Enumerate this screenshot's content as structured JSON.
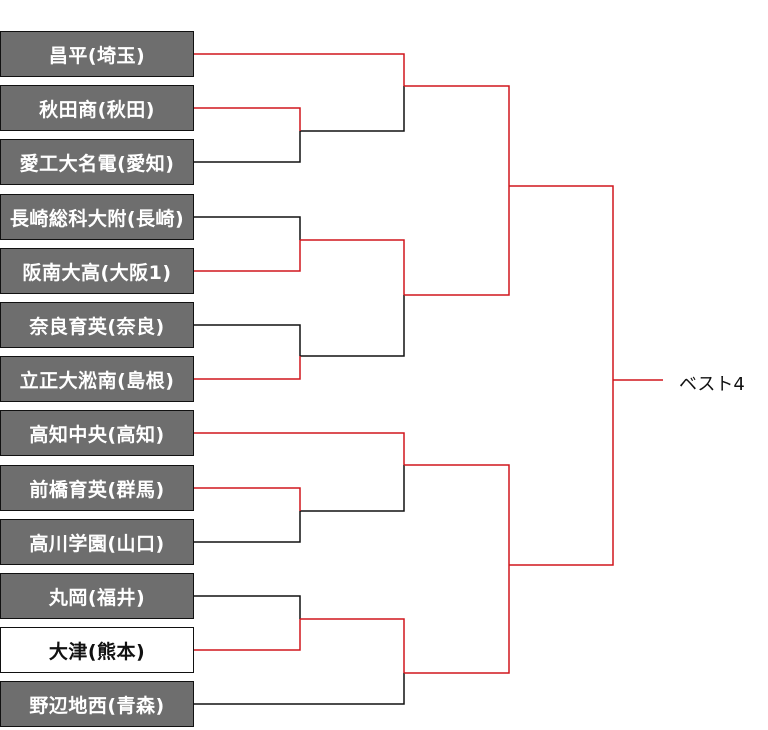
{
  "teams": [
    {
      "name": "昌平(埼玉)",
      "eliminated": true
    },
    {
      "name": "秋田商(秋田)",
      "eliminated": true
    },
    {
      "name": "愛工大名電(愛知)",
      "eliminated": true
    },
    {
      "name": "長崎総科大附(長崎)",
      "eliminated": true
    },
    {
      "name": "阪南大高(大阪1)",
      "eliminated": true
    },
    {
      "name": "奈良育英(奈良)",
      "eliminated": true
    },
    {
      "name": "立正大淞南(島根)",
      "eliminated": true
    },
    {
      "name": "高知中央(高知)",
      "eliminated": true
    },
    {
      "name": "前橋育英(群馬)",
      "eliminated": true
    },
    {
      "name": "高川学園(山口)",
      "eliminated": true
    },
    {
      "name": "丸岡(福井)",
      "eliminated": true
    },
    {
      "name": "大津(熊本)",
      "eliminated": false
    },
    {
      "name": "野辺地西(青森)",
      "eliminated": true
    }
  ],
  "result_label": "ベスト4",
  "colors": {
    "winner_line": "#d0161d",
    "loser_line": "#111111",
    "eliminated_fill": "#6e6e6e",
    "alive_fill": "#ffffff"
  }
}
